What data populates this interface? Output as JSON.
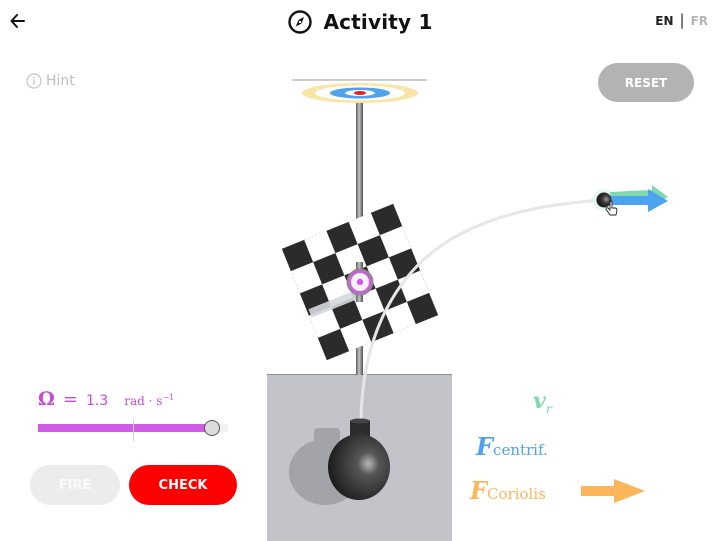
{
  "header": {
    "back_icon": "arrow-left-icon",
    "title_icon": "compass-icon",
    "title": "Activity 1",
    "languages": {
      "active": "EN",
      "separator": "|",
      "inactive": "FR"
    }
  },
  "controls": {
    "hint_icon": "info-circle-icon",
    "hint_label": "Hint",
    "reset_label": "RESET",
    "fire_label": "FIRE",
    "check_label": "CHECK"
  },
  "omega": {
    "symbol": "Ω",
    "equals": "=",
    "value": "1.3",
    "unit": "rad · s",
    "unit_exp": "−1",
    "slider_percent": 91,
    "slider_color": "#d05be6"
  },
  "legend": {
    "vr": {
      "main": "v",
      "sub": "r",
      "color": "#7fd8b0"
    },
    "centrifugal": {
      "main": "F",
      "sub": "centrif.",
      "color": "#4ea3ee"
    },
    "coriolis": {
      "main": "F",
      "sub": "Coriolis",
      "color": "#fdb55a"
    }
  },
  "colors": {
    "check_button": "#ff0000",
    "reset_button": "#b3b3b3",
    "fire_button_disabled": "#ececec",
    "pedestal": "#c2c4ca",
    "target_outer": "#f7e6a6",
    "target_inner": "#4ea3ee",
    "target_center": "#e5221c"
  }
}
